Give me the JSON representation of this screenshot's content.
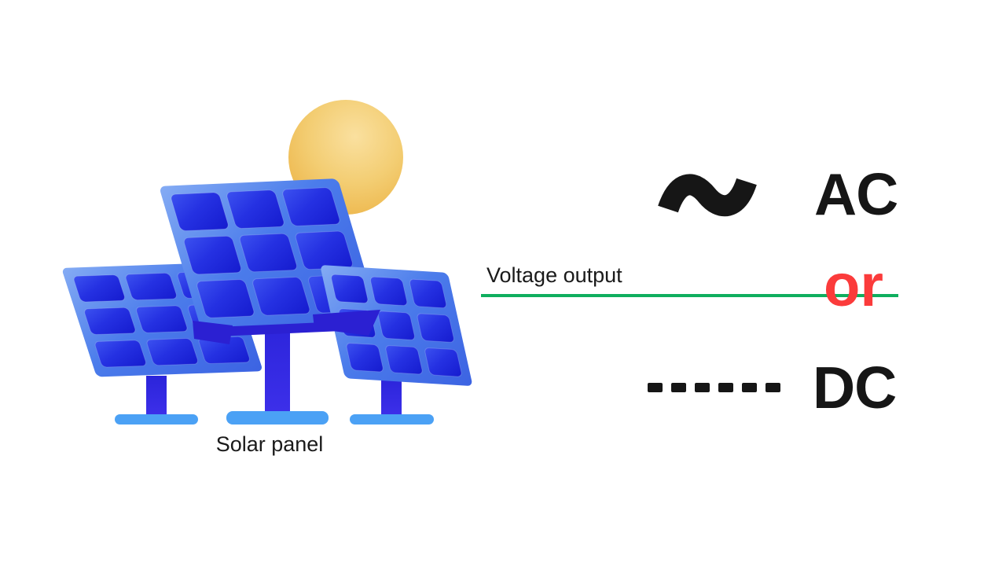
{
  "diagram": {
    "source": {
      "caption": "Solar panel",
      "panel_count": 3,
      "icon": "solar-panels-with-sun"
    },
    "link": {
      "label": "Voltage output",
      "connector_word": "or"
    },
    "outputs": {
      "ac": {
        "label": "AC",
        "symbol": "sine-wave-icon"
      },
      "dc": {
        "label": "DC",
        "symbol": "dashed-line-icon",
        "dash_count": 6
      }
    }
  },
  "colors": {
    "line-green": "#0fae5e",
    "or-red": "#fb3b3b",
    "text-dark": "#1a1a1a",
    "symbol-black": "#161616",
    "panel-frame": "#4a79e9",
    "panel-cell": "#2531e2",
    "panel-stand": "#3229e2",
    "panel-base": "#4ba1f5",
    "sun-gold": "#f3cd72"
  }
}
